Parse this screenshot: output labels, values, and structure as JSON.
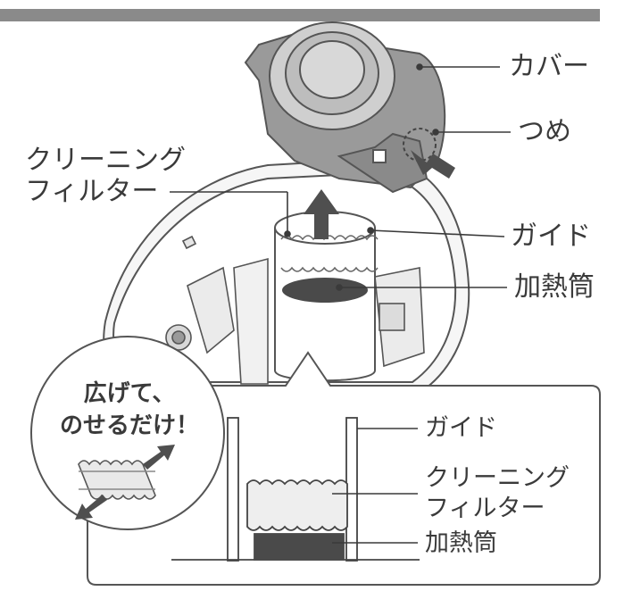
{
  "callouts": {
    "cover": "カバー",
    "claw": "つめ",
    "filter_line1": "クリーニング",
    "filter_line2": "フィルター",
    "guide": "ガイド",
    "heating_tube": "加熱筒"
  },
  "bubble": {
    "line1": "広げて、",
    "line2": "のせるだけ！"
  },
  "detail": {
    "guide": "ガイド",
    "filter_line1": "クリーニング",
    "filter_line2": "フィルター",
    "heating_tube": "加熱筒"
  },
  "colors": {
    "line": "#3a3a3a",
    "cover_gray": "#8f8f8f",
    "cover_light": "#c9c9c9",
    "heating_fill": "#4a4a4a",
    "arrow": "#4f4f4f",
    "filter_fill": "#eeeeee"
  }
}
